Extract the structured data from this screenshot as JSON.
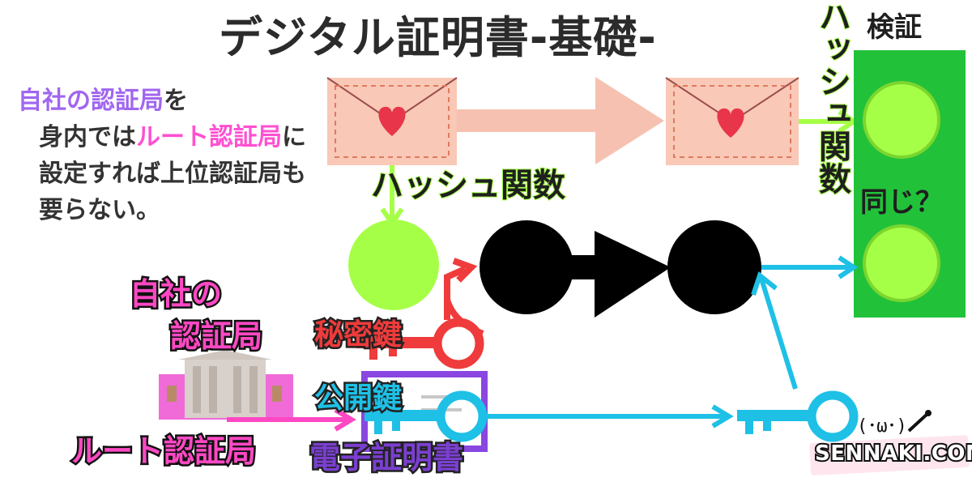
{
  "title": "デジタル証明書-基礎-",
  "verify_label": "検証",
  "same_label": "同じ？",
  "hash_function_vertical": "ハッシュ関数",
  "hash_function_label": "ハッシュ関数",
  "description": {
    "line1_highlight": "自社の認証局",
    "line1_rest": "を",
    "line2_pre": "身内では",
    "line2_highlight": "ルート認証局",
    "line2_rest": "に",
    "line3": "設定すれば上位認証局も",
    "line4": "要らない。"
  },
  "own_ca_label_1": "自社の",
  "own_ca_label_2": "認証局",
  "root_ca_label": "ルート認証局",
  "private_key_label": "秘密鍵",
  "public_key_label": "公開鍵",
  "certificate_label": "電子証明書",
  "face": "(･ω･)",
  "site_name": "SENNAKI.COM",
  "colors": {
    "green": "#a6ff47",
    "dark_green": "#21c23a",
    "red": "#ef3b3b",
    "cyan": "#1ec0e6",
    "pink": "#ff48c4",
    "purple": "#7b3fd0",
    "envelope": "#f9c8b6",
    "arrow_peach": "#f6c1b1"
  }
}
